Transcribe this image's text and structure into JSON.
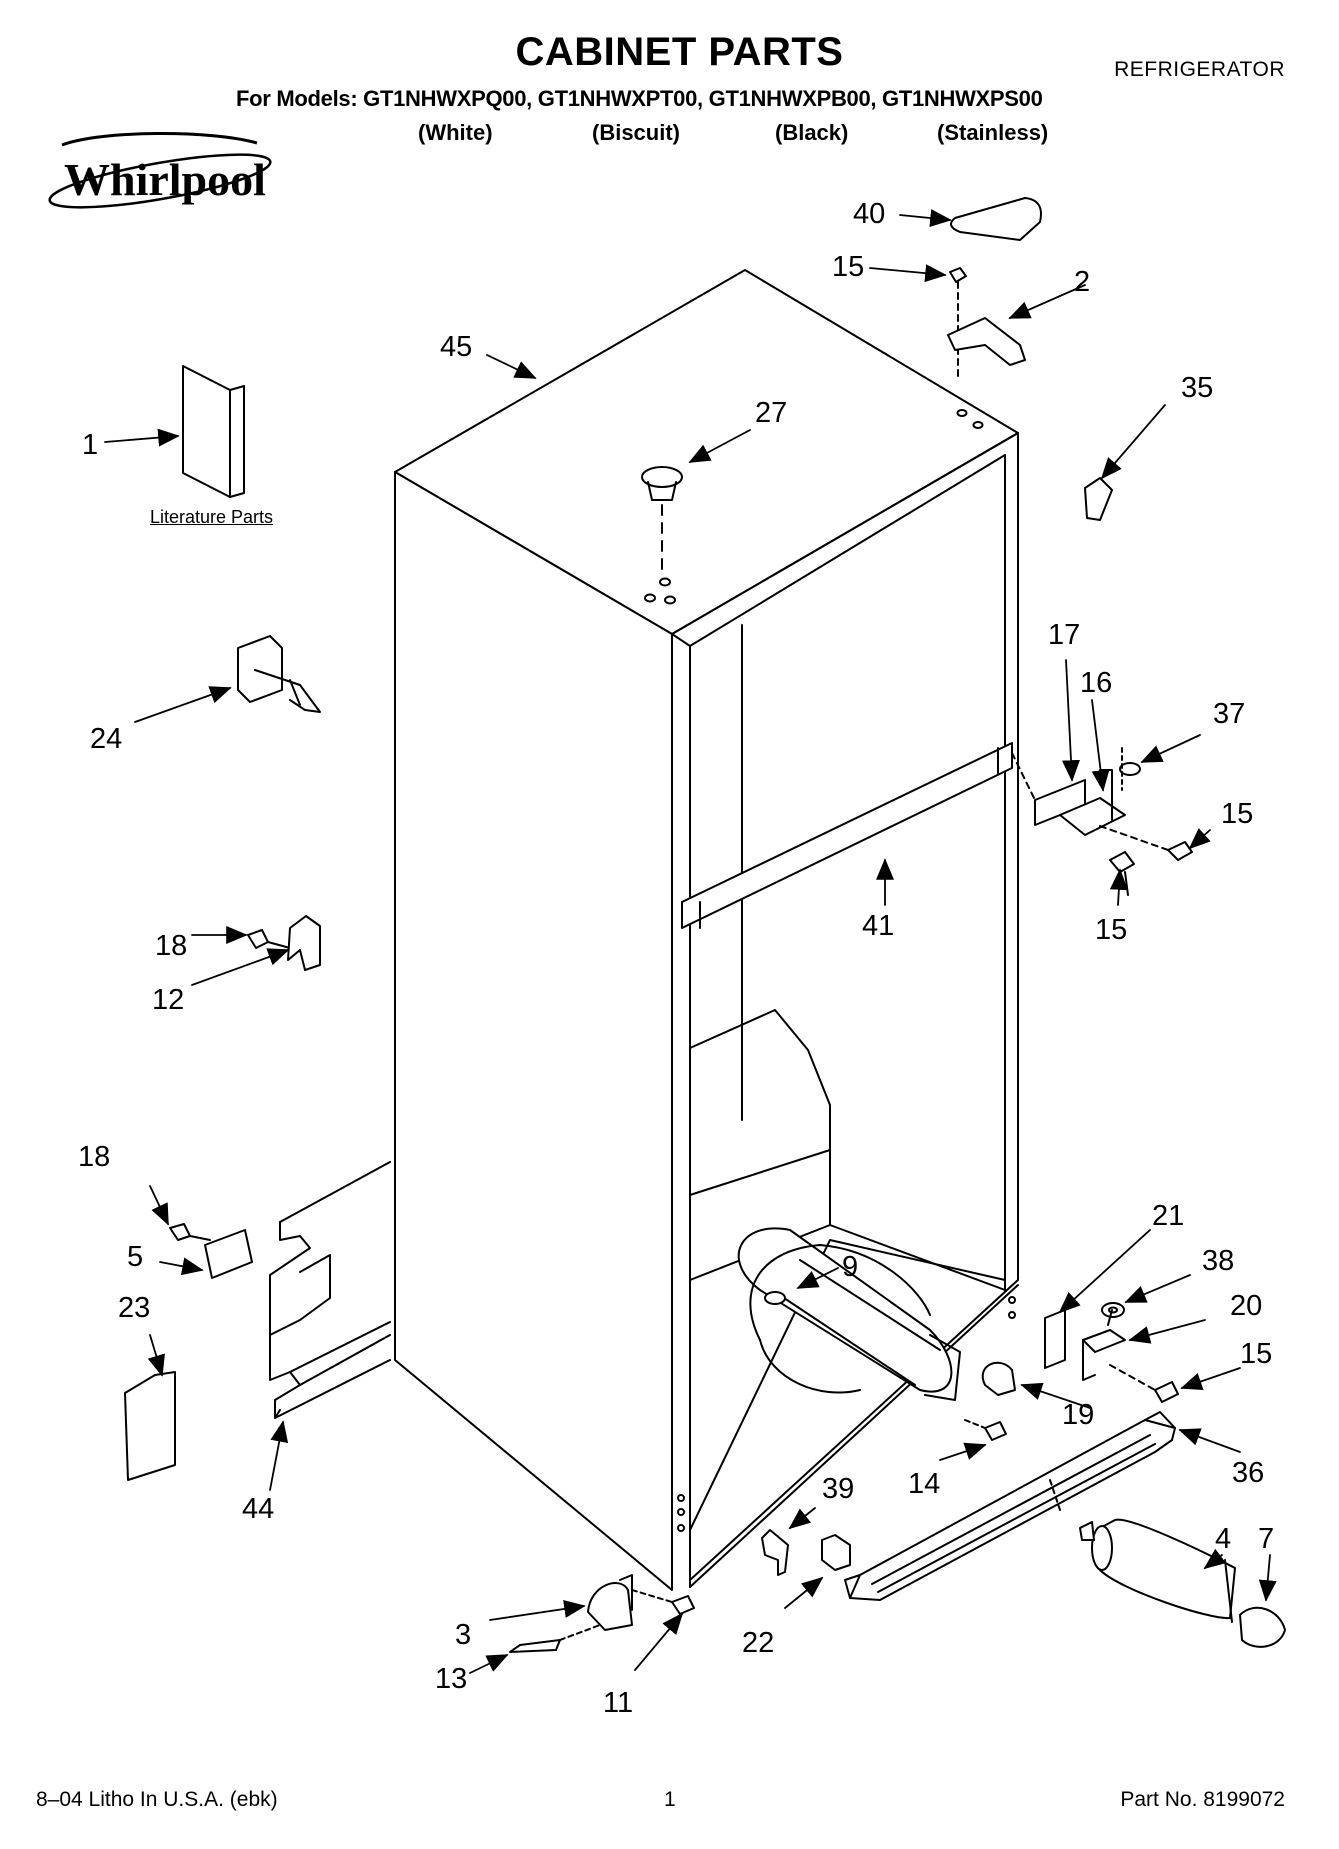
{
  "header": {
    "title": "CABINET PARTS",
    "appliance": "REFRIGERATOR",
    "models_line": "For Models: GT1NHWXPQ00, GT1NHWXPT00, GT1NHWXPB00, GT1NHWXPS00",
    "colors": [
      "(White)",
      "(Biscuit)",
      "(Black)",
      "(Stainless)"
    ]
  },
  "brand": {
    "name": "Whirlpool"
  },
  "literature_label": "Literature Parts",
  "callouts": [
    "40",
    "15",
    "2",
    "45",
    "35",
    "27",
    "1",
    "17",
    "16",
    "37",
    "24",
    "15",
    "41",
    "15",
    "18",
    "12",
    "18",
    "21",
    "5",
    "38",
    "9",
    "20",
    "23",
    "15",
    "19",
    "14",
    "36",
    "44",
    "39",
    "4",
    "7",
    "3",
    "22",
    "13",
    "11"
  ],
  "footer": {
    "litho": "8–04 Litho In U.S.A. (ebk)",
    "page": "1",
    "part_no": "Part No. 8199072"
  }
}
